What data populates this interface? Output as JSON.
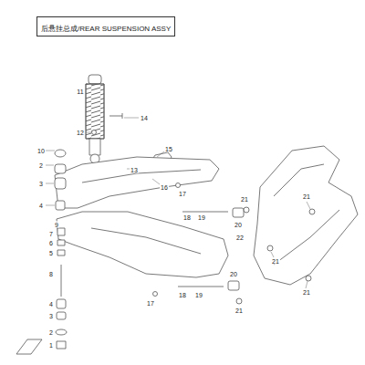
{
  "diagram": {
    "nodes": [
      {
        "text": [
          "后悬挂总成/REAR SUSPENSION ASSY"
        ]
      }
    ],
    "labels": [
      "11",
      "14",
      "15",
      "12",
      "13",
      "16",
      "10",
      "2",
      "17",
      "3",
      "4",
      "9",
      "18",
      "19",
      "20",
      "21",
      "21",
      "22",
      "21",
      "7",
      "6",
      "5",
      "8",
      "4",
      "3",
      "2",
      "1",
      "17",
      "18",
      "19",
      "20",
      "21",
      "21"
    ]
  }
}
